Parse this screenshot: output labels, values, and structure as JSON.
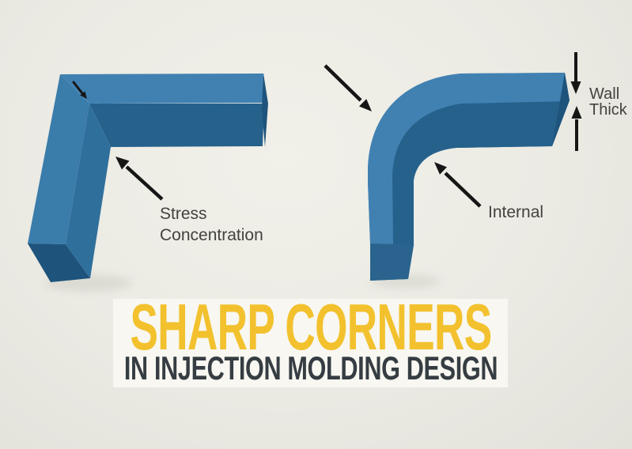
{
  "title": {
    "line1": "SHARP CORNERS",
    "line2": "IN INJECTION MOLDING DESIGN"
  },
  "left_figure": {
    "type": "sharp-corner-bracket",
    "label": "Stress\nConcentration"
  },
  "right_figure": {
    "type": "rounded-corner-bracket",
    "label_internal": "Internal",
    "label_wall": "Wall\nThick"
  },
  "colors": {
    "background": "#EBEAE3",
    "title_band": "#F8F7F1",
    "title_accent": "#F2C12D",
    "title_dark": "#363D42",
    "label_text": "#42423F",
    "arrow": "#161616",
    "face_top": "#4181B2",
    "face_front": "#26618C",
    "face_side_light": "#3A7CAA",
    "face_side_mid": "#2F6F9C",
    "face_end_dark": "#1E547C",
    "arm_bottom": "#2A648E",
    "shadow": "#8A897E"
  }
}
